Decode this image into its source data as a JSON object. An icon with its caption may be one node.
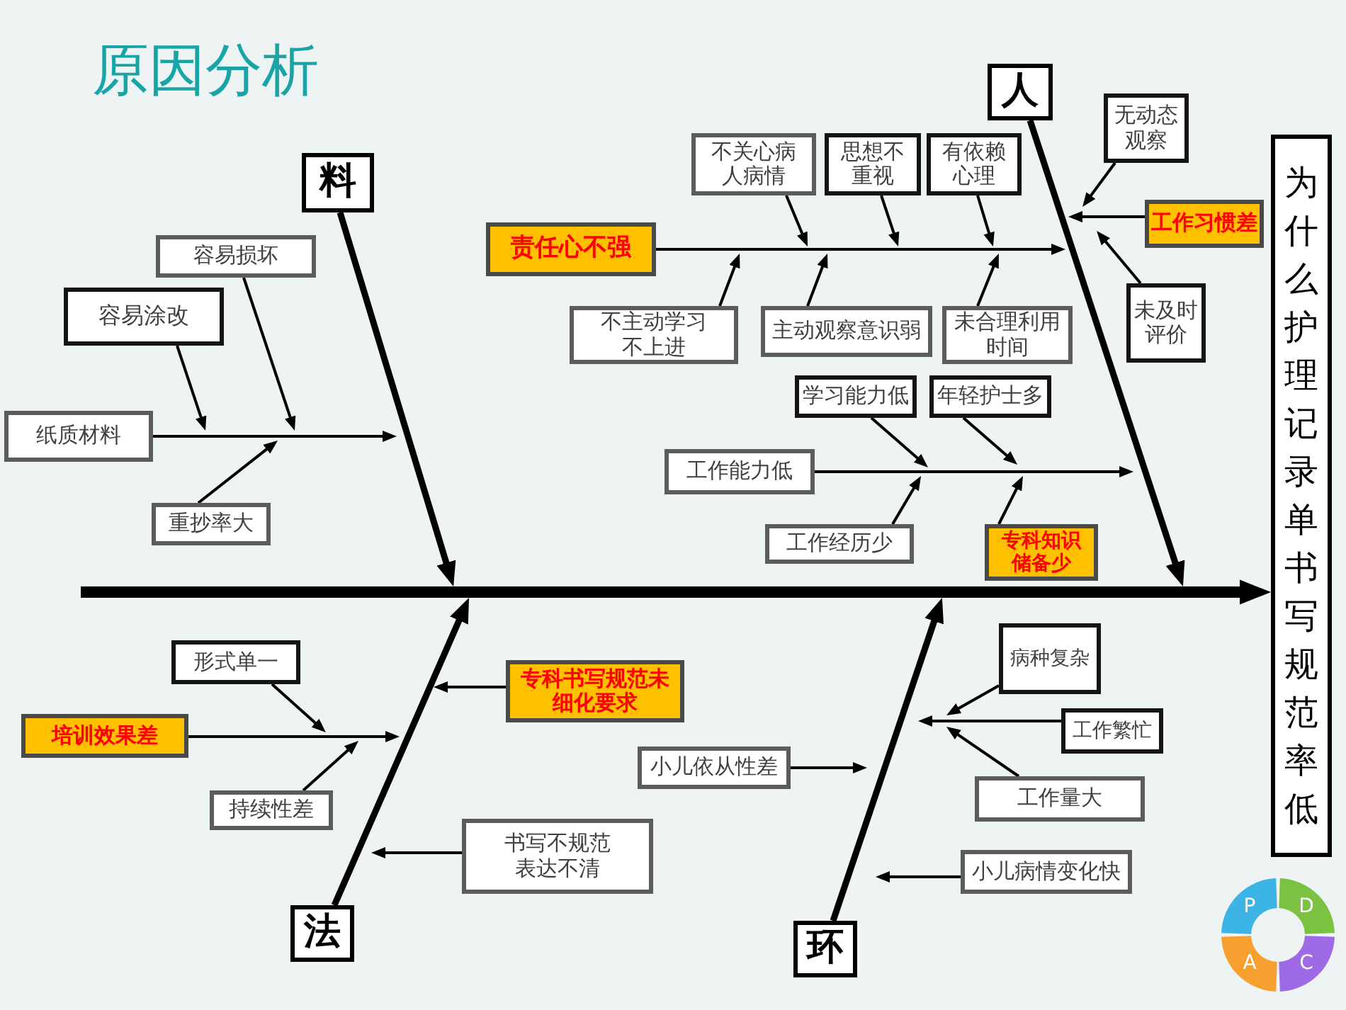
{
  "diagram": {
    "title": "原因分析",
    "nodes": [
      {
        "text": [
          "料"
        ]
      },
      {
        "text": [
          "容易损坏"
        ]
      },
      {
        "text": [
          "容易涂改"
        ]
      },
      {
        "text": [
          "纸质材料"
        ]
      },
      {
        "text": [
          "重抄率大"
        ]
      },
      {
        "text": [
          "人"
        ]
      },
      {
        "text": [
          "责任心不强"
        ]
      },
      {
        "text": [
          "不关心病人病情"
        ]
      },
      {
        "text": [
          "思想不重视"
        ]
      },
      {
        "text": [
          "有依赖心理"
        ]
      },
      {
        "text": [
          "不主动学习不上进"
        ]
      },
      {
        "text": [
          "主动观察意识弱"
        ]
      },
      {
        "text": [
          "未合理利用时间"
        ]
      },
      {
        "text": [
          "无动态观察"
        ]
      },
      {
        "text": [
          "工作习惯差"
        ]
      },
      {
        "text": [
          "未及时评价"
        ]
      },
      {
        "text": [
          "学习能力低"
        ]
      },
      {
        "text": [
          "年轻护士多"
        ]
      },
      {
        "text": [
          "工作能力低"
        ]
      },
      {
        "text": [
          "工作经历少"
        ]
      },
      {
        "text": [
          "专科知识储备少"
        ]
      },
      {
        "text": [
          "为什么护理记录单书写规范率低"
        ]
      },
      {
        "text": [
          "形式单一"
        ]
      },
      {
        "text": [
          "培训效果差"
        ]
      },
      {
        "text": [
          "持续性差"
        ]
      },
      {
        "text": [
          "专科书写规范未细化要求"
        ]
      },
      {
        "text": [
          "书写不规范表达不清"
        ]
      },
      {
        "text": [
          "法"
        ]
      },
      {
        "text": [
          "小儿依从性差"
        ]
      },
      {
        "text": [
          "病种复杂"
        ]
      },
      {
        "text": [
          "工作繁忙"
        ]
      },
      {
        "text": [
          "工作量大"
        ]
      },
      {
        "text": [
          "小儿病情变化快"
        ]
      },
      {
        "text": [
          "环"
        ]
      }
    ],
    "edges": [
      {
        "from": null,
        "to": 21,
        "arrow": "to",
        "style": "thick"
      },
      {
        "from": 0,
        "to": null,
        "arrow": "to",
        "style": "thick"
      },
      {
        "from": 1,
        "to": null,
        "arrow": "to"
      },
      {
        "from": 2,
        "to": null,
        "arrow": "to"
      },
      {
        "from": 3,
        "to": null,
        "arrow": "to"
      },
      {
        "from": 4,
        "to": null,
        "arrow": "to"
      },
      {
        "from": 5,
        "to": null,
        "arrow": "to",
        "style": "thick"
      },
      {
        "from": 6,
        "to": null,
        "arrow": "to"
      },
      {
        "from": 7,
        "to": null,
        "arrow": "to"
      },
      {
        "from": 8,
        "to": null,
        "arrow": "to"
      },
      {
        "from": 9,
        "to": null,
        "arrow": "to"
      },
      {
        "from": 10,
        "to": null,
        "arrow": "to"
      },
      {
        "from": 11,
        "to": null,
        "arrow": "to"
      },
      {
        "from": 12,
        "to": null,
        "arrow": "to"
      },
      {
        "from": 13,
        "to": null,
        "arrow": "to"
      },
      {
        "from": 14,
        "to": null,
        "arrow": "to"
      },
      {
        "from": 15,
        "to": null,
        "arrow": "to"
      },
      {
        "from": 16,
        "to": null,
        "arrow": "to"
      },
      {
        "from": 17,
        "to": null,
        "arrow": "to"
      },
      {
        "from": 18,
        "to": null,
        "arrow": "to"
      },
      {
        "from": 19,
        "to": null,
        "arrow": "to"
      },
      {
        "from": 20,
        "to": null,
        "arrow": "to"
      },
      {
        "from": 27,
        "to": null,
        "arrow": "to",
        "style": "thick"
      },
      {
        "from": 22,
        "to": null,
        "arrow": "to"
      },
      {
        "from": 23,
        "to": null,
        "arrow": "to"
      },
      {
        "from": 24,
        "to": null,
        "arrow": "to"
      },
      {
        "from": 25,
        "to": null,
        "arrow": "to"
      },
      {
        "from": 26,
        "to": null,
        "arrow": "to"
      },
      {
        "from": 33,
        "to": null,
        "arrow": "to",
        "style": "thick"
      },
      {
        "from": 28,
        "to": null,
        "arrow": "to"
      },
      {
        "from": 29,
        "to": null,
        "arrow": "to"
      },
      {
        "from": 30,
        "to": null,
        "arrow": "to"
      },
      {
        "from": 31,
        "to": null,
        "arrow": "to"
      },
      {
        "from": 32,
        "to": null,
        "arrow": "to"
      }
    ],
    "labels": [
      "P",
      "D",
      "A",
      "C"
    ]
  }
}
